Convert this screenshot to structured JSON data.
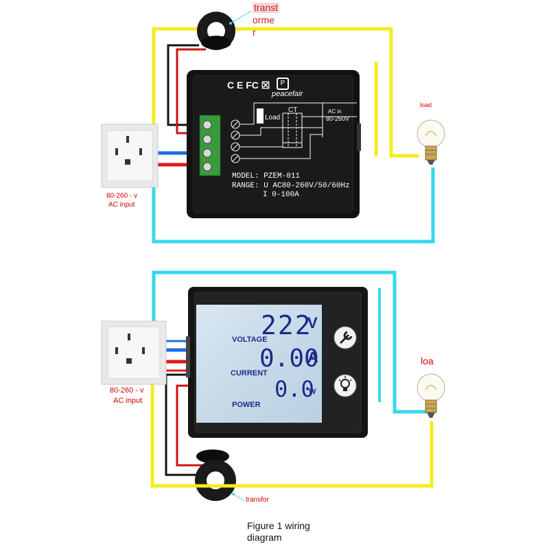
{
  "top": {
    "transformer_label_lines": [
      "transt",
      "orme",
      "r"
    ],
    "load_label": "load",
    "ac_input_range": "80-260 - v",
    "ac_input": "AC input",
    "device": {
      "certs": "C E FC ☒",
      "brand": "peacefair",
      "schematic_load": "Load",
      "schematic_ct": "CT",
      "schematic_acin": "AC in",
      "schematic_acrange": "80-260V",
      "model_line": "MODEL: PZEM-011",
      "range_line1": "RANGE: U AC80-260V/50/60Hz",
      "range_line2": "I 0-100A"
    }
  },
  "bottom": {
    "load_label": "loa",
    "ac_input_range": "80-260 - v",
    "ac_input": "AC input",
    "transformer_label": "transfor",
    "display": {
      "voltage_value": "222",
      "voltage_unit": "V",
      "voltage_label": "VOLTAGE",
      "current_value": "0.00",
      "current_unit": "A",
      "current_label": "CURRENT",
      "power_value": "0.0",
      "power_unit": "W",
      "power_label": "POWER"
    },
    "wrench_icon": "wrench-icon",
    "bulb_button_icon": "lightbulb-icon"
  },
  "caption": {
    "line1": "Figure 1 wiring",
    "line2": "diagram"
  },
  "colors": {
    "yellow_wire": "#f5ec1c",
    "cyan_wire": "#36d8ee",
    "red_wire": "#e01818",
    "blue_wire": "#1a6fe0",
    "device_body": "#121212",
    "lcd_bg": "#c8dcea"
  }
}
